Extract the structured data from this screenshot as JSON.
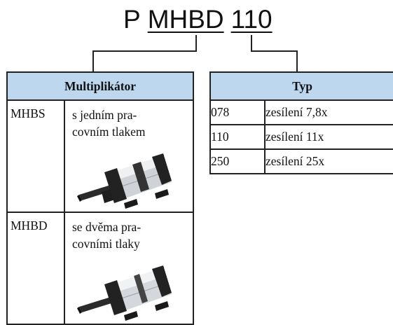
{
  "code": {
    "prefix": "P",
    "type_code": "MHBD",
    "size_code": "110"
  },
  "multiplier_table": {
    "header": "Multiplikátor",
    "rows": [
      {
        "code": "MHBS",
        "line1": "s jedním pra-",
        "line2": "covním tlakem",
        "image_icon": "hydraulic-multiplier-single-icon"
      },
      {
        "code": "MHBD",
        "line1": "se dvěma pra-",
        "line2": "covními tlaky",
        "image_icon": "hydraulic-multiplier-double-icon"
      }
    ]
  },
  "type_table": {
    "header": "Typ",
    "rows": [
      {
        "code": "078",
        "value": "zesílení 7,8x"
      },
      {
        "code": "110",
        "value": "zesílení 11x"
      },
      {
        "code": "250",
        "value": "zesílení 25x"
      }
    ]
  },
  "colors": {
    "header_bg": "#bdd7ee",
    "border": "#222222"
  }
}
